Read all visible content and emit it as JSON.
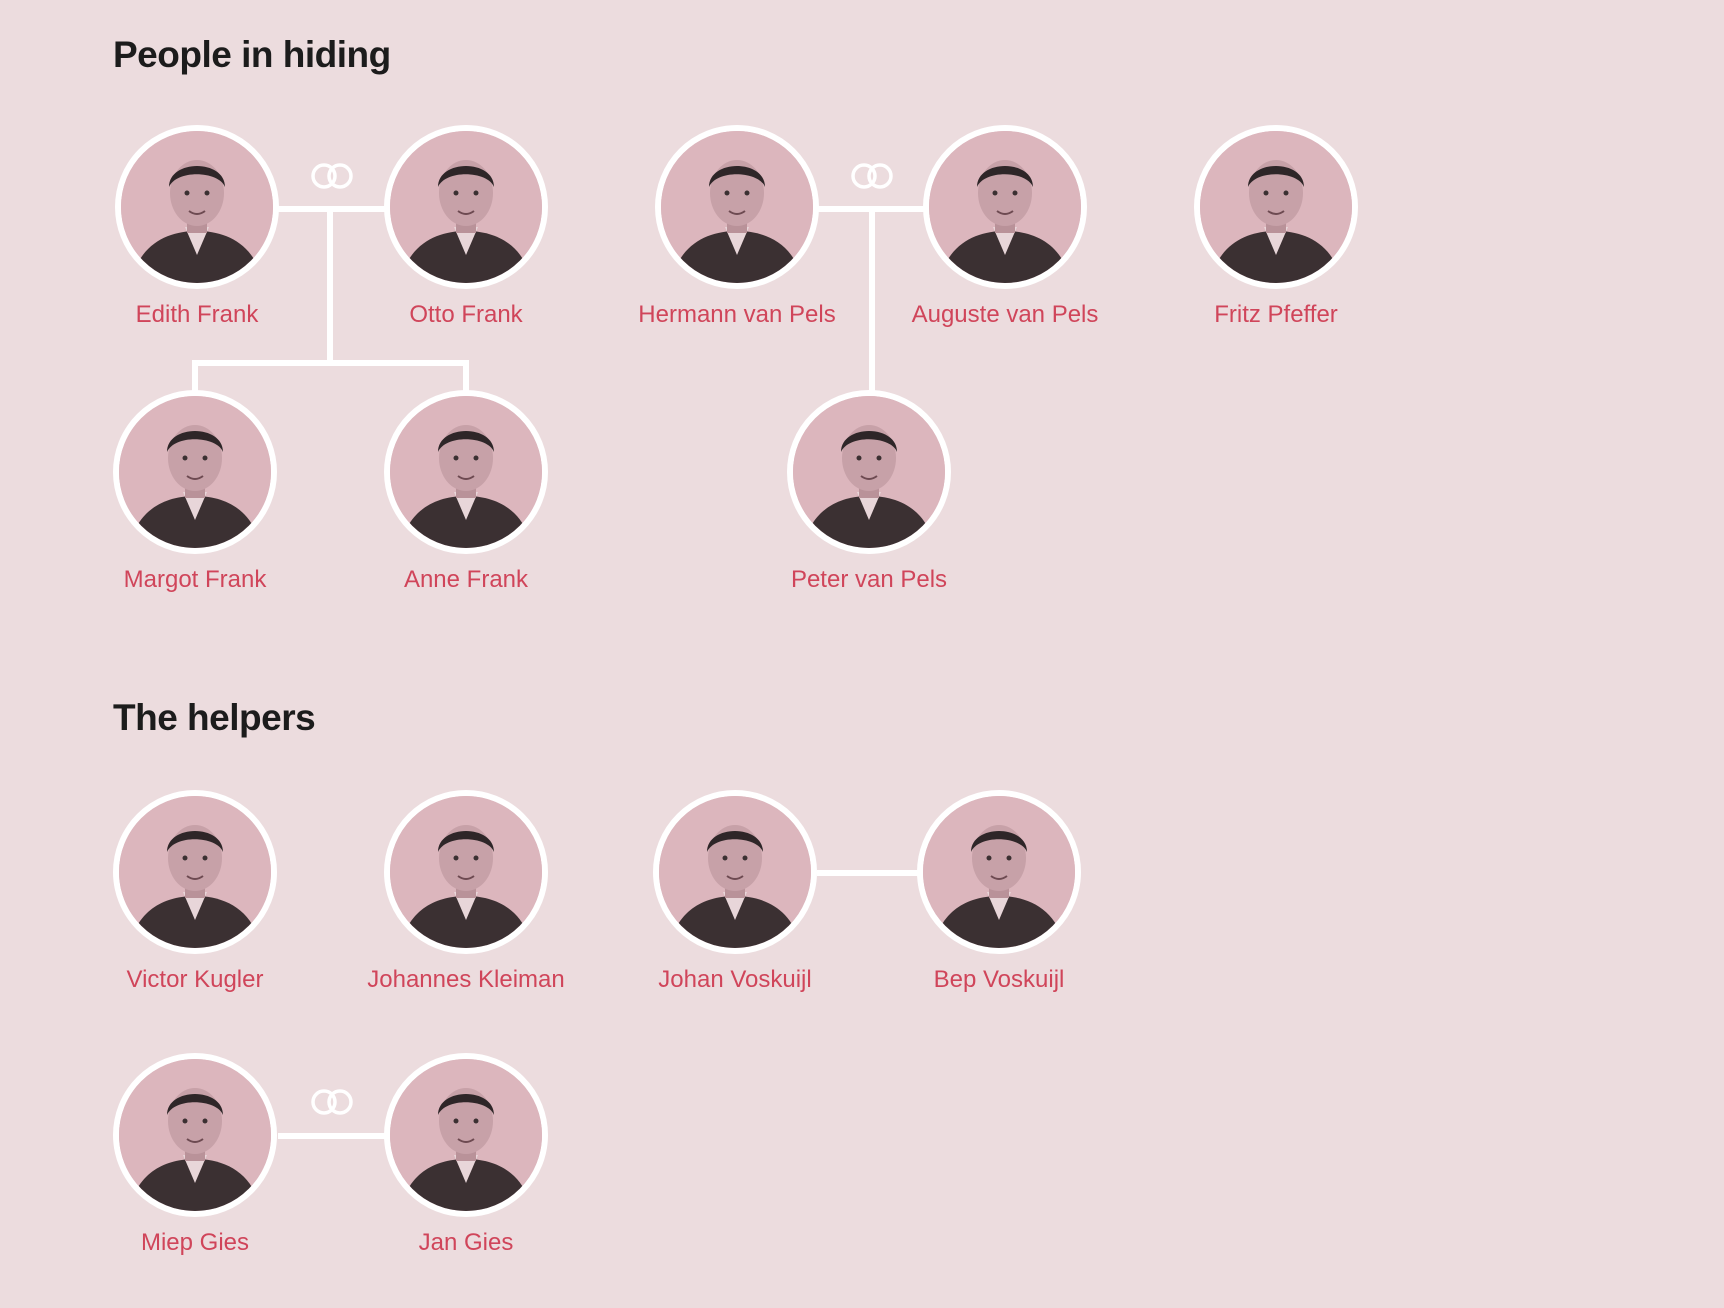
{
  "sections": {
    "hiding": {
      "title": "People in hiding"
    },
    "helpers": {
      "title": "The helpers"
    }
  },
  "people": {
    "edith": "Edith Frank",
    "otto": "Otto Frank",
    "hermann": "Hermann van Pels",
    "auguste": "Auguste van Pels",
    "fritz": "Fritz Pfeffer",
    "margot": "Margot Frank",
    "anne": "Anne Frank",
    "peter": "Peter van Pels",
    "victor": "Victor Kugler",
    "johannes": "Johannes Kleiman",
    "johan": "Johan Voskuijl",
    "bep": "Bep Voskuijl",
    "miep": "Miep Gies",
    "jan": "Jan Gies"
  },
  "icons": {
    "marriage": "wedding-rings-icon",
    "portrait": "person-portrait-icon"
  },
  "colors": {
    "background": "#ecdcde",
    "name_text": "#d0455a",
    "heading_text": "#1c1c1c",
    "connector": "#ffffff"
  }
}
